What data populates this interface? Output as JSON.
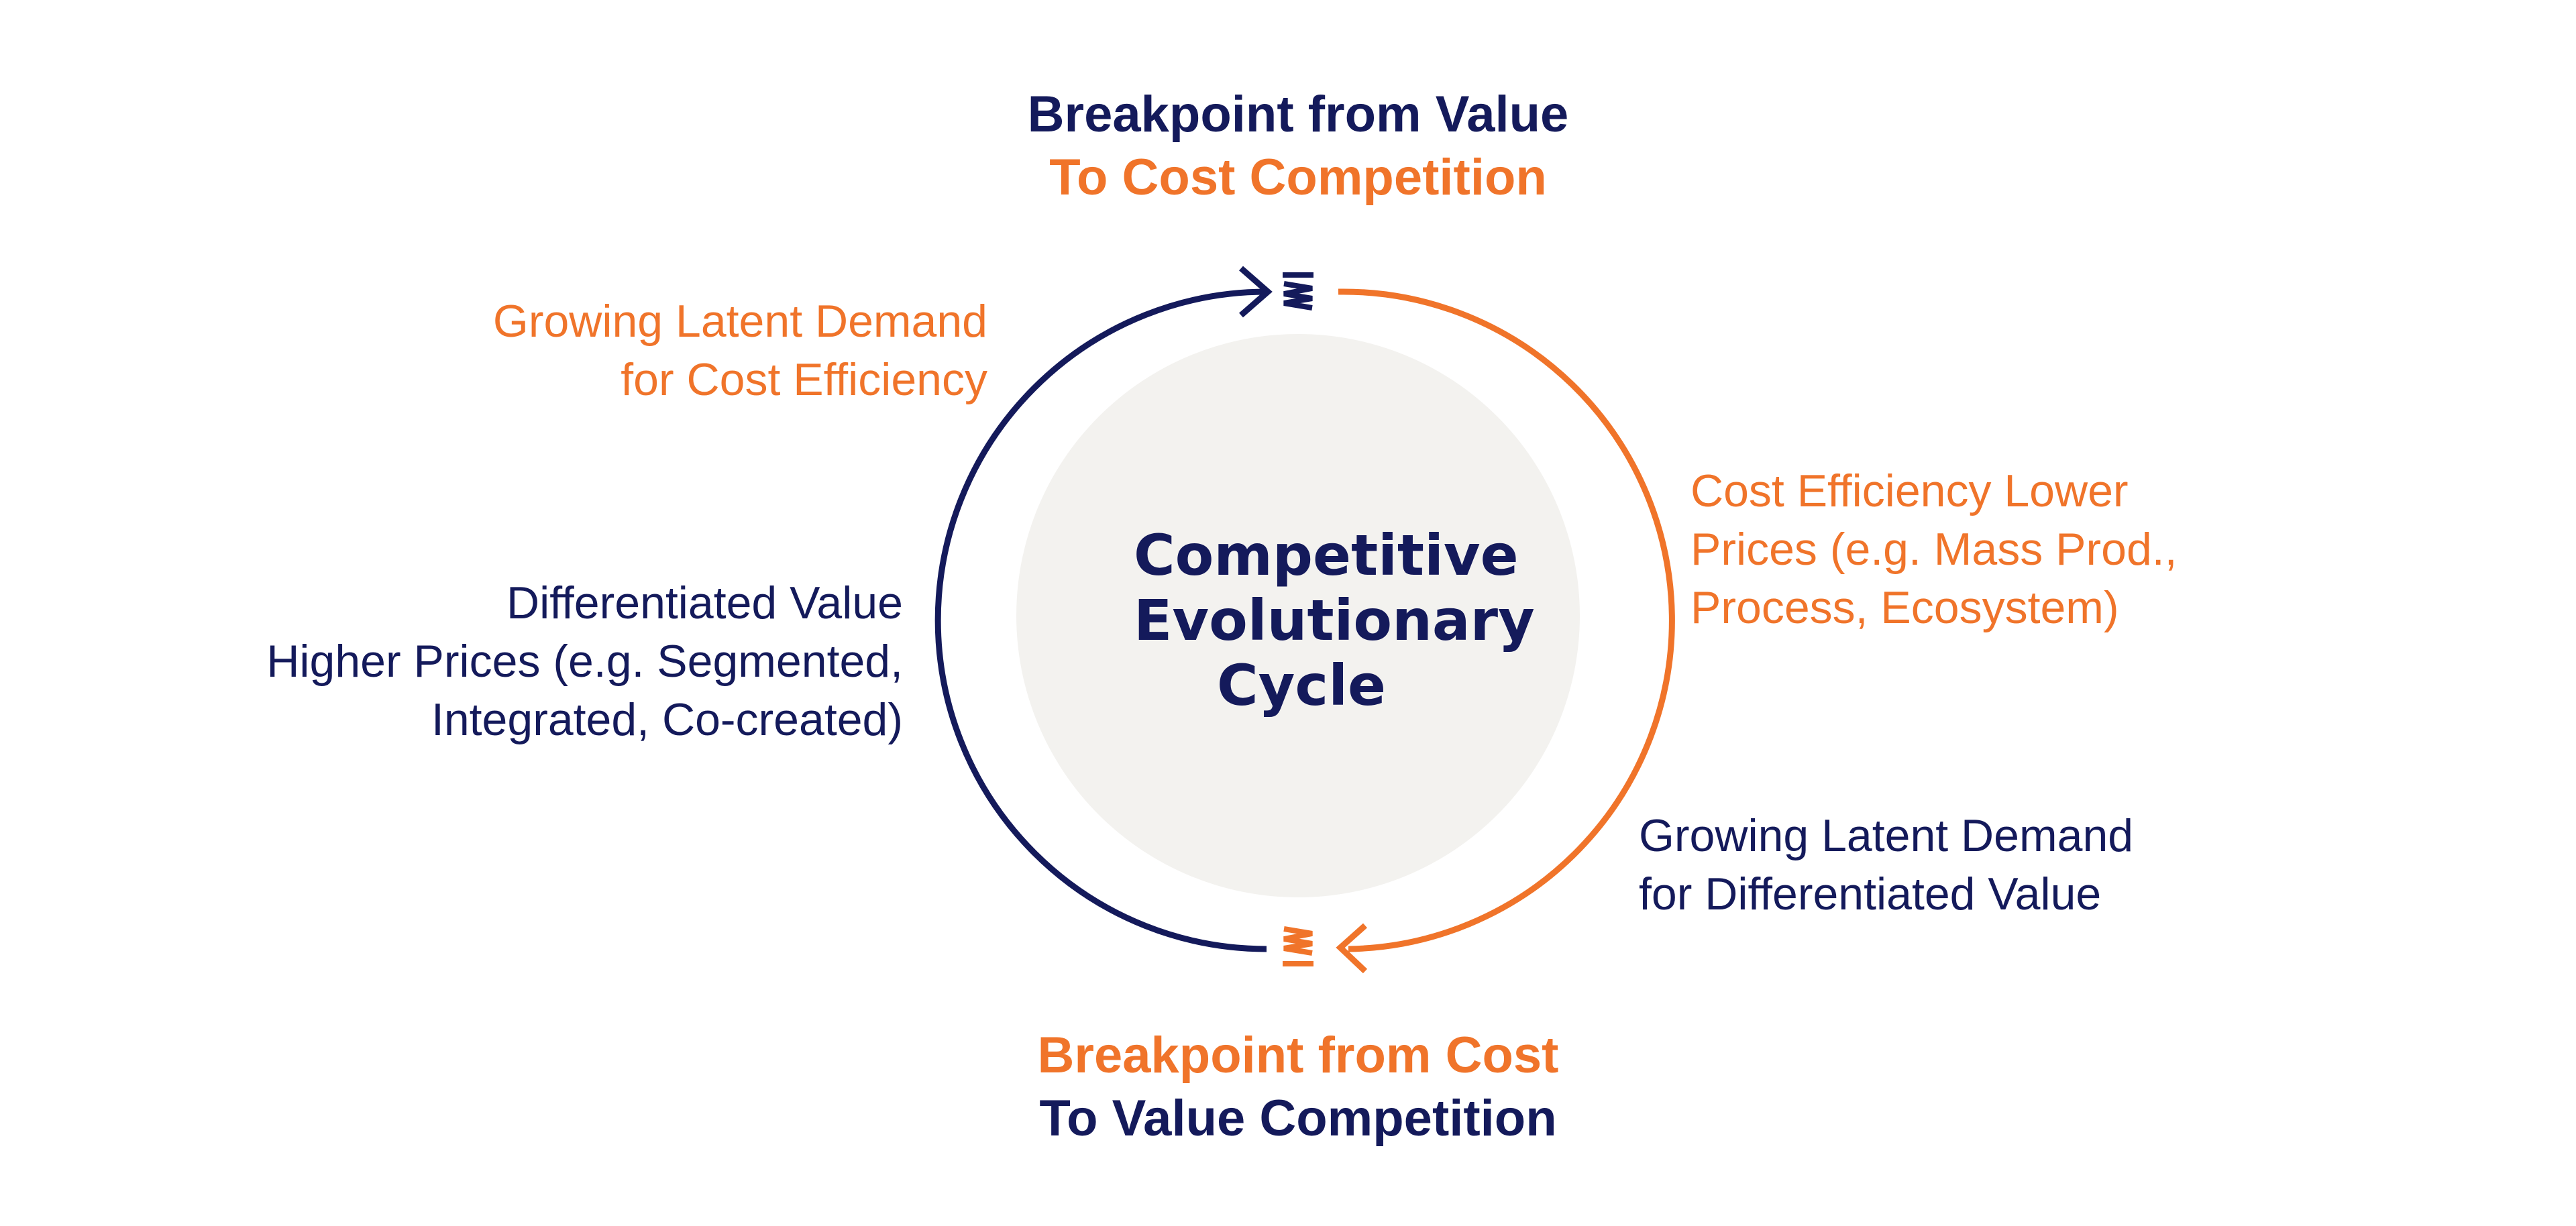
{
  "colors": {
    "navy": "#141a5b",
    "orange": "#f0742a",
    "center_fill": "#f3f2ef",
    "background": "#ffffff"
  },
  "top_breakpoint": {
    "line1": "Breakpoint from Value",
    "line2": "To Cost Competition"
  },
  "bottom_breakpoint": {
    "line1": "Breakpoint from Cost",
    "line2": "To Value Competition"
  },
  "center": {
    "line1": "Competitive",
    "line2": "Evolutionary",
    "line3": "Cycle"
  },
  "upper_left": {
    "line1": "Growing Latent Demand",
    "line2": "for Cost Efficiency"
  },
  "middle_left": {
    "line1": "Differentiated Value",
    "line2": "Higher Prices (e.g. Segmented,",
    "line3": "Integrated, Co-created)"
  },
  "upper_right": {
    "line1": "Cost Efficiency Lower",
    "line2": "Prices (e.g. Mass Prod.,",
    "line3": "Process, Ecosystem)"
  },
  "lower_right": {
    "line1": "Growing Latent Demand",
    "line2": "for Differentiated Value"
  },
  "icons": {
    "top_marker": "spring-zigzag-icon",
    "bottom_marker": "spring-zigzag-icon",
    "left_arc_arrow": "arrow-head-right-icon",
    "right_arc_arrow": "arrow-head-left-icon"
  }
}
